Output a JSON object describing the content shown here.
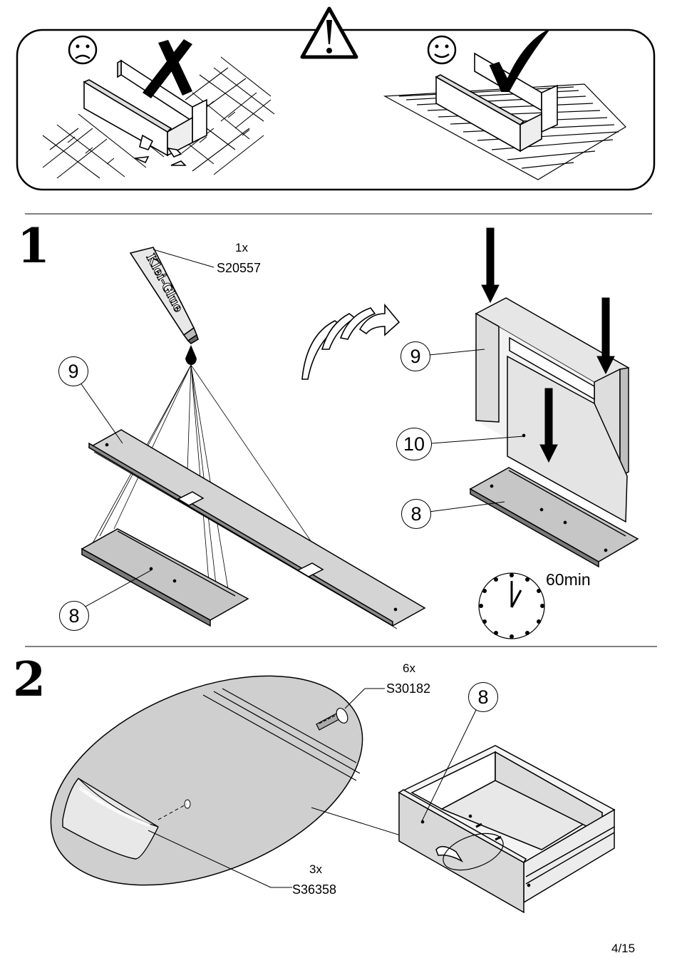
{
  "warning": {
    "bad_face_icon": "sad-face-icon",
    "good_face_icon": "smiley-face-icon",
    "alert_icon": "warning-triangle-icon"
  },
  "step1": {
    "number": "1",
    "glue_qty": "1x",
    "glue_code": "S20557",
    "glue_brand": "Klei-Glue",
    "part_9_left": "9",
    "part_8_left": "8",
    "part_9_right": "9",
    "part_10_right": "10",
    "part_8_right": "8",
    "dry_time": "60min"
  },
  "step2": {
    "number": "2",
    "screw_qty": "6x",
    "screw_code": "S30182",
    "dowel_qty": "3x",
    "dowel_code": "S36358",
    "part_8": "8"
  },
  "footer": {
    "page": "4/15"
  }
}
